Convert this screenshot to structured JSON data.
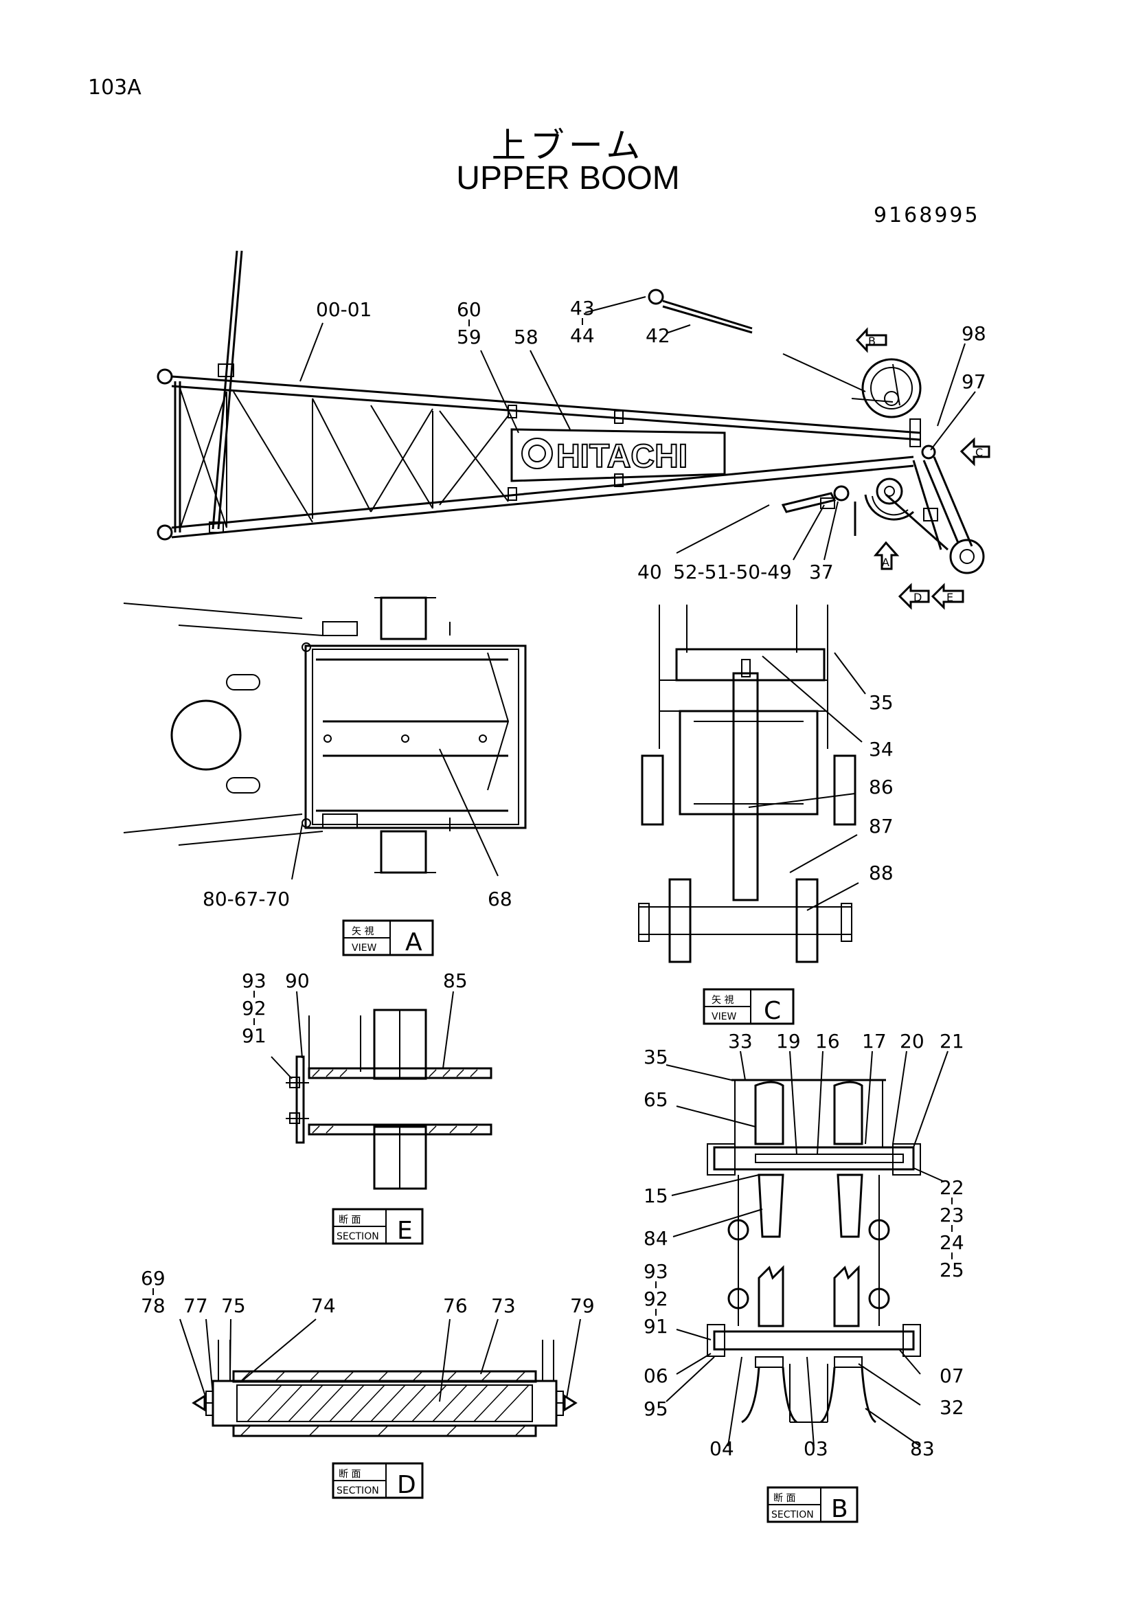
{
  "header": {
    "page_code": "103A",
    "title_jp": "上ブーム",
    "title_en": "UPPER BOOM",
    "drawing_number": "9168995"
  },
  "boom_callouts": {
    "c00_01": "00-01",
    "c60": "60",
    "c59": "59",
    "c58": "58",
    "c43": "43",
    "c44": "44",
    "c42": "42",
    "c98": "98",
    "c97": "97",
    "c40": "40",
    "c52": "52-51-50-49",
    "c37": "37",
    "logo_text": "HITACHI",
    "arrow_a": "A",
    "arrow_b": "B",
    "arrow_c": "C",
    "arrow_d": "D",
    "arrow_e": "E"
  },
  "view_a": {
    "c80": "80-67-70",
    "c68": "68",
    "tag_jp": "矢 視",
    "tag_en": "VIEW",
    "letter": "A"
  },
  "view_c": {
    "c35": "35",
    "c34": "34",
    "c86": "86",
    "c87": "87",
    "c88": "88",
    "tag_jp": "矢 視",
    "tag_en": "VIEW",
    "letter": "C"
  },
  "section_e": {
    "c93": "93",
    "c92": "92",
    "c91": "91",
    "c90": "90",
    "c85": "85",
    "tag_jp": "断 面",
    "tag_en": "SECTION",
    "letter": "E"
  },
  "section_d": {
    "c69": "69",
    "c78": "78",
    "c77": "77",
    "c75": "75",
    "c74": "74",
    "c76": "76",
    "c73": "73",
    "c79": "79",
    "tag_jp": "断 面",
    "tag_en": "SECTION",
    "letter": "D"
  },
  "section_b": {
    "c35": "35",
    "c33": "33",
    "c19": "19",
    "c16": "16",
    "c17": "17",
    "c20": "20",
    "c21": "21",
    "c65": "65",
    "c15": "15",
    "c84": "84",
    "c22": "22",
    "c23": "23",
    "c24": "24",
    "c25": "25",
    "c93": "93",
    "c92": "92",
    "c91": "91",
    "c06": "06",
    "c95": "95",
    "c07": "07",
    "c32": "32",
    "c04": "04",
    "c03": "03",
    "c83": "83",
    "tag_jp": "断 面",
    "tag_en": "SECTION",
    "letter": "B"
  }
}
